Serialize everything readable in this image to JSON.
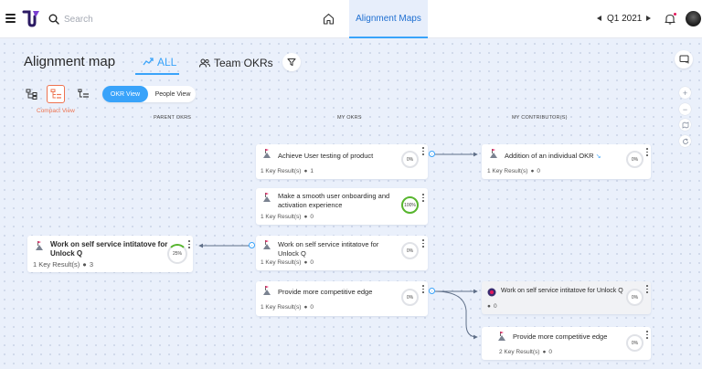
{
  "header": {
    "search_placeholder": "Search",
    "nav_tab": "Alignment Maps",
    "cycle": "Q1 2021"
  },
  "page": {
    "title": "Alignment map",
    "tab_all": "ALL",
    "tab_team": "Team OKRs",
    "compact_label": "Compact View",
    "toggle_okr": "OKR View",
    "toggle_people": "People View"
  },
  "columns": {
    "parent": "PARENT OKRs",
    "mine": "MY OKRs",
    "contributors": "MY CONTRIBUTOR(S)"
  },
  "parent_okrs": [
    {
      "title": "Work on self service intitatove for Unlock Q",
      "kr": "1 Key Result(s)",
      "people": "3",
      "progress": "25%"
    }
  ],
  "my_okrs": [
    {
      "title": "Achieve User testing of product",
      "kr": "1 Key Result(s)",
      "people": "1",
      "progress": "0%"
    },
    {
      "title": "Make a smooth user onboarding and activation experience",
      "kr": "1 Key Result(s)",
      "people": "0",
      "progress": "100%"
    },
    {
      "title": "Work on self service intitatove for Unlock Q",
      "kr": "1 Key Result(s)",
      "people": "0",
      "progress": "0%"
    },
    {
      "title": "Provide more competitive edge",
      "kr": "1 Key Result(s)",
      "people": "0",
      "progress": "0%"
    }
  ],
  "contributors": [
    {
      "title": "Addition of an individual OKR",
      "kr": "1 Key Result(s)",
      "people": "0",
      "progress": "0%"
    },
    {
      "title": "Work on self service intitatove for Unlock Q",
      "people": "0",
      "progress": "0%"
    },
    {
      "title": "Provide more competitive edge",
      "kr": "2 Key Result(s)",
      "people": "0",
      "progress": "0%"
    }
  ],
  "colors": {
    "accent": "#39a3fa",
    "compact": "#ee7350",
    "complete": "#57b52e"
  }
}
